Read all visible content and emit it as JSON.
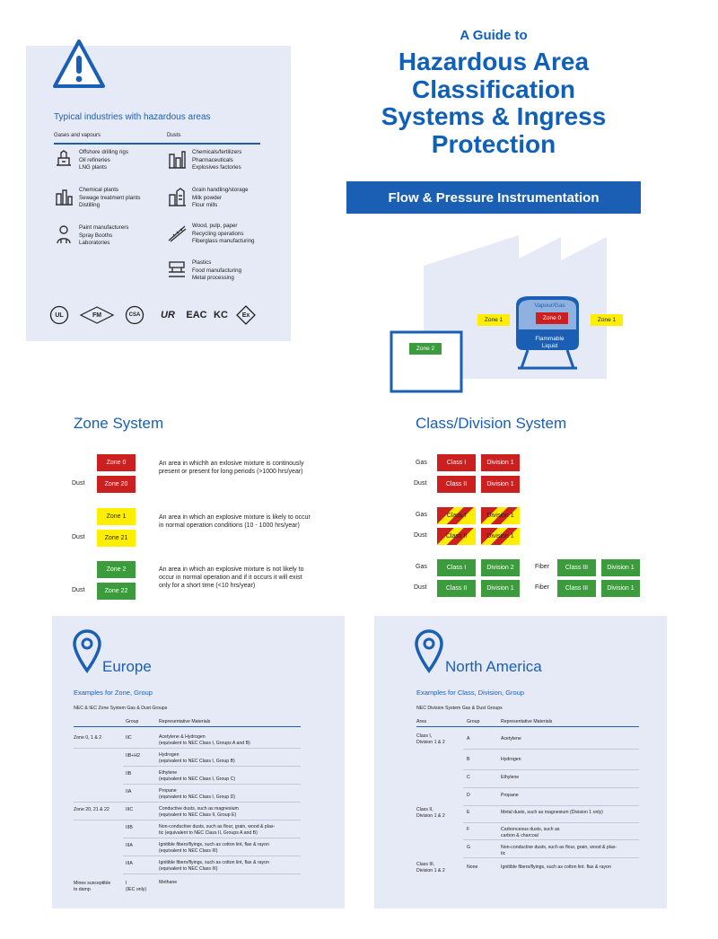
{
  "header": {
    "kicker": "A Guide to",
    "title_lines": [
      "Hazardous Area",
      "Classification",
      "Systems & Ingress",
      "Protection"
    ],
    "banner": "Flow & Pressure Instrumentation"
  },
  "industries": {
    "title": "Typical industries with hazardous areas",
    "col_gas": "Gases and vapours",
    "col_dust": "Dusts",
    "gas_items": [
      {
        "icon": "oil-rig-icon",
        "lines": [
          "Offshore drilling rigs",
          "Oil refineries",
          "LNG plants"
        ]
      },
      {
        "icon": "chemical-plant-icon",
        "lines": [
          "Chemical plants",
          "Sewage treatment plants",
          "Distilling"
        ]
      },
      {
        "icon": "paint-worker-icon",
        "lines": [
          "Paint manufacturers",
          "Spray Booths",
          "Laboratories"
        ]
      }
    ],
    "dust_items": [
      {
        "icon": "silo-icon",
        "lines": [
          "Chemicals/fertilizers",
          "Pharmaceuticals",
          "Explosives factories"
        ]
      },
      {
        "icon": "grain-mill-icon",
        "lines": [
          "Grain handling/storage",
          "Milk powder",
          "Flour mills"
        ]
      },
      {
        "icon": "conveyor-icon",
        "lines": [
          "Wood, pulp, paper",
          "Recycling operations",
          "Fiberglass manufacturing"
        ]
      },
      {
        "icon": "food-processing-icon",
        "lines": [
          "Plastics",
          "Food manufacturing",
          "Metal processing"
        ]
      }
    ],
    "certs": [
      "UL",
      "FM",
      "CSA",
      "UR",
      "EAC",
      "KC",
      "Ex"
    ]
  },
  "diagram": {
    "vapour": "Vapour/Gas",
    "zone0": "Zone 0",
    "zone1_left": "Zone 1",
    "zone1_right": "Zone 1",
    "zone2": "Zone 2",
    "liquid_line1": "Flammable",
    "liquid_line2": "Liquid"
  },
  "zone_system": {
    "title": "Zone System",
    "dust_label": "Dust",
    "rows": [
      {
        "gas": "Zone 0",
        "dust": "Zone 20",
        "color": "red",
        "desc": [
          "An area in whichh an exlosive mixture is continously",
          "present or present for long periods (>1000 hrs/year)"
        ]
      },
      {
        "gas": "Zone 1",
        "dust": "Zone 21",
        "color": "yellow",
        "desc": [
          "An area in which an explosive mixture is likely to occur",
          "in normal operation conditions (10 - 1000 hrs/year)"
        ]
      },
      {
        "gas": "Zone 2",
        "dust": "Zone 22",
        "color": "green",
        "desc": [
          "An area in which an explosive mixture is not likely to",
          "occur in normal operation and if it occurs it will exist",
          "only for a short time (<10 hrs/year)"
        ]
      }
    ]
  },
  "class_system": {
    "title": "Class/Division System",
    "gas_label": "Gas",
    "dust_label": "Dust",
    "fiber_label": "Fiber",
    "red": {
      "gas": [
        "Class I",
        "Division 1"
      ],
      "dust": [
        "Class II",
        "Division 1"
      ]
    },
    "mixed": {
      "gas": [
        "Class I",
        "Division 1"
      ],
      "dust": [
        "Class II",
        "Division 1"
      ]
    },
    "green": {
      "gas": [
        "Class I",
        "Division  2"
      ],
      "dust": [
        "Class II",
        "Division 1"
      ],
      "fiber1": [
        "Class III",
        "Division 1"
      ],
      "fiber2": [
        "Class III",
        "Division 1"
      ]
    }
  },
  "europe": {
    "title": "Europe",
    "subtitle": "Examples for Zone, Group",
    "caption": "NEC & IEC Zone System Gas & Dust Groups",
    "headers": [
      "Group",
      "Representative Materials"
    ],
    "rows": [
      {
        "area": "Zone 0, 1 & 2",
        "group": "IIC",
        "mat": [
          "Acetylene & Hydrogen",
          "(equivalent to NEC Class I, Groups A and B)"
        ]
      },
      {
        "area": "",
        "group": "IIB+H2",
        "mat": [
          "Hydrogen",
          "(equivalent to NEC Class I, Group B)"
        ]
      },
      {
        "area": "",
        "group": "IIB",
        "mat": [
          "Ethylene",
          "(equivalent to NEC Class I, Group C)"
        ]
      },
      {
        "area": "",
        "group": "IIA",
        "mat": [
          "Propane",
          "(equivalent to NEC Class I, Group D)"
        ]
      },
      {
        "area": "Zone 20, 21 & 22",
        "group": "IIIC",
        "mat": [
          "Conductive dusts, such as magnesium",
          "(equivalent to NEC Class II, Group E)"
        ]
      },
      {
        "area": "",
        "group": "IIIB",
        "mat": [
          "Non-conductive dusts, such as flour, grain, wood & plas-",
          "tic (equivalent to NEC Class II, Groups A and B)"
        ]
      },
      {
        "area": "",
        "group": "IIIA",
        "mat": [
          "Ignitible fibers/flyings, such as cotton lint, flax & rayon",
          "(equivalent to NEC Class III)"
        ]
      },
      {
        "area": "",
        "group": "IIIA",
        "mat": [
          "Ignitible fibers/flyings, such as cotton lint, flax & rayon",
          "(equivalent to NEC Class III)"
        ]
      },
      {
        "area": "Mines susceptible\nto damp",
        "group": "I\n(IEC only)",
        "mat": [
          "Methane"
        ]
      }
    ]
  },
  "north_america": {
    "title": "North America",
    "subtitle": "Examples for Class, Division, Group",
    "caption": "NEC Division System Gas & Dust Groups",
    "headers": [
      "Area",
      "Group",
      "Representative Materials"
    ],
    "rows": [
      {
        "area": "Class I,\nDivision 1 & 2",
        "group": "A",
        "mat": [
          "Acetylene"
        ]
      },
      {
        "area": "",
        "group": "B",
        "mat": [
          "Hydrogen"
        ]
      },
      {
        "area": "",
        "group": "C",
        "mat": [
          "Ethylene"
        ]
      },
      {
        "area": "",
        "group": "D",
        "mat": [
          "Propane"
        ]
      },
      {
        "area": "Class II,\nDivision 1 & 2",
        "group": "E",
        "mat": [
          "Metal dusts, such as magnesium (Division 1 only)"
        ]
      },
      {
        "area": "",
        "group": "F",
        "mat": [
          "Carbonceous dusts, such as",
          "carbon & charcoal"
        ]
      },
      {
        "area": "",
        "group": "G",
        "mat": [
          "Non-conductive dusts, such as flour, grain, wood & plas-",
          "tic"
        ]
      },
      {
        "area": "Class III,\nDivision 1 & 2",
        "group": "None",
        "mat": [
          "Ignitible fibers/flyings, such as cotton lint. flax & rayon"
        ]
      }
    ]
  },
  "colors": {
    "brand_blue": "#1a5fb4",
    "panel": "#e6eaf6",
    "red": "#cc1f1f",
    "yellow": "#ffee00",
    "green": "#3c9b3c"
  }
}
